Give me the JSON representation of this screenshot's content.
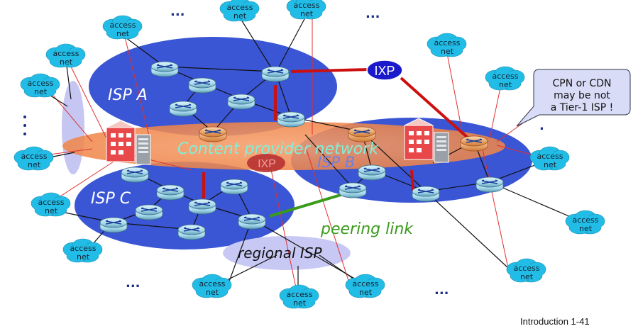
{
  "labels": {
    "isp_a": "ISP A",
    "isp_b": "ISP B",
    "isp_c": "ISP C",
    "ixp_top": "IXP",
    "ixp_mid": "IXP",
    "content_provider": "Content provider network",
    "peering_link": "peering link",
    "regional_isp": "regional ISP",
    "callout": [
      "CPN or CDN",
      "may be not",
      "a Tier-1 ISP !"
    ],
    "footer": "Introduction 1-41"
  },
  "access_net_line1": "access",
  "access_net_line2": "net",
  "ellipsis": "...",
  "colors": {
    "isp_fill": "#3a56d4",
    "content_fill": "#f08a50",
    "access_fill": "#22bde6",
    "regional_fill": "#c8c8f5",
    "ixp_fill": "#1a1acc",
    "ixp_mid_fill": "#b83232",
    "peering_color": "#3a9a1a",
    "red_link": "#cc1010",
    "router_fill": "#9fd3e8"
  }
}
